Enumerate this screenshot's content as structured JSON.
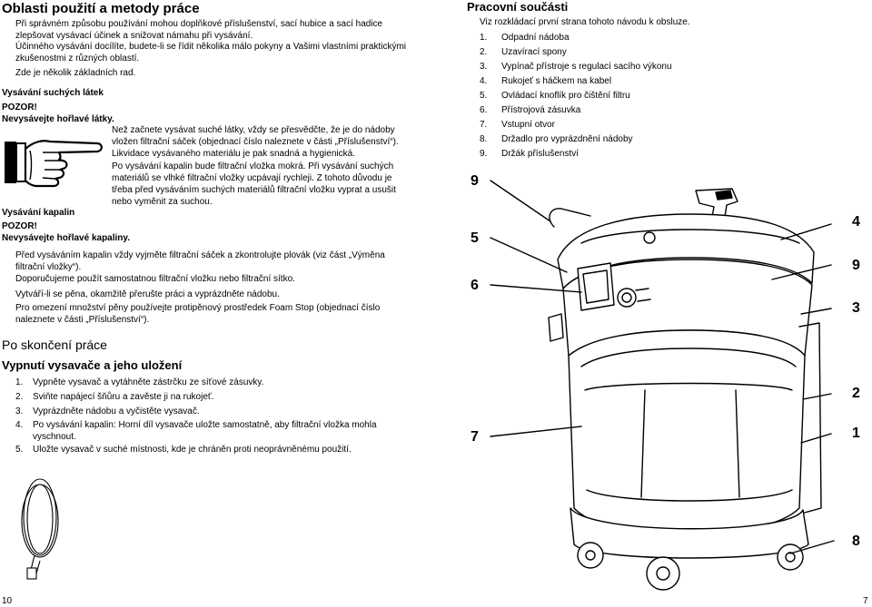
{
  "left": {
    "title": "Oblasti použití a metody práce",
    "intro1": "Při správném způsobu používání mohou doplňkové příslušenství, sací hubice a sací hadice zlepšovat vysávací účinek a snižovat námahu při vysávání.",
    "intro2": "Účinného vysávání docílíte, budete-li se řídit několika málo pokyny a Vašimi vlastními praktickými zkušenostmi z různých oblastí.",
    "intro3": "Zde je několik základních rad.",
    "dry_heading": "Vysávání suchých látek",
    "warning_label": "POZOR!",
    "dry_warning": "Nevysávejte hořlavé látky.",
    "dry_text1": "Než začnete vysávat suché látky, vždy se přesvědčte, že je do nádoby vložen filtrační sáček (objednací číslo naleznete v části „Příslušenství“). Likvidace vysávaného materiálu je pak snadná a hygienická.",
    "dry_text2": "Po vysávání kapalin bude filtrační vložka mokrá. Při vysávání suchých materiálů se vlhké filtrační vložky ucpávají rychleji. Z tohoto důvodu je třeba před vysáváním suchých materiálů filtrační vložku vyprat a usušit nebo vyměnit za suchou.",
    "liquid_heading": "Vysávání kapalin",
    "liquid_warning_label": "POZOR!",
    "liquid_warning": "Nevysávejte hořlavé kapaliny.",
    "liquid_text1": "Před vysáváním kapalin vždy vyjměte filtrační sáček a zkontrolujte plovák (viz část „Výměna filtrační vložky“).",
    "liquid_text2": "Doporučujeme použít samostatnou filtrační vložku nebo filtrační sítko.",
    "liquid_text3": "Vytváří-li se pěna, okamžitě přerušte práci a vyprázdněte nádobu.",
    "liquid_text4": "Pro omezení množství pěny používejte protipěnový prostředek Foam Stop (objednací číslo naleznete v části „Příslušenství“).",
    "after_title": "Po skončení práce",
    "after_subtitle": "Vypnutí vysavače a jeho uložení",
    "steps": [
      {
        "n": "1.",
        "text": "Vypněte vysavač a vytáhněte zástrčku ze síťové zásuvky."
      },
      {
        "n": "2.",
        "text": "Sviňte napájecí šňůru a zavěste ji na rukojeť."
      },
      {
        "n": "3.",
        "text": "Vyprázdněte nádobu a vyčistěte vysavač."
      },
      {
        "n": "4.",
        "text": "Po vysávání kapalin: Horní díl vysavače uložte samostatně, aby filtrační vložka mohla vyschnout."
      },
      {
        "n": "5.",
        "text": "Uložte vysavač v suché místnosti, kde je chráněn proti neoprávněnému použití."
      }
    ],
    "page_number": "10"
  },
  "right": {
    "title": "Pracovní součásti",
    "intro": "Viz rozkládací první strana tohoto návodu k obsluze.",
    "parts": [
      {
        "n": "1.",
        "text": "Odpadní nádoba"
      },
      {
        "n": "2.",
        "text": "Uzavírací spony"
      },
      {
        "n": "3.",
        "text": "Vypínač přístroje s regulací sacího výkonu"
      },
      {
        "n": "4.",
        "text": "Rukojeť s háčkem na kabel"
      },
      {
        "n": "5.",
        "text": "Ovládací knoflík pro čištění filtru"
      },
      {
        "n": "6.",
        "text": "Přístrojová zásuvka"
      },
      {
        "n": "7.",
        "text": "Vstupní otvor"
      },
      {
        "n": "8.",
        "text": "Držadlo pro vyprázdnění nádoby"
      },
      {
        "n": "9.",
        "text": "Držák příslušenství"
      }
    ],
    "callouts": {
      "c9a": "9",
      "c4": "4",
      "c5": "5",
      "c9b": "9",
      "c6": "6",
      "c3": "3",
      "c2": "2",
      "c7": "7",
      "c1": "1",
      "c8": "8"
    },
    "page_number": "7"
  },
  "icons": {
    "pointing_hand": "pointing-hand-icon",
    "vacuum": "vacuum-cleaner-illustration",
    "cable": "coiled-cable-illustration"
  }
}
